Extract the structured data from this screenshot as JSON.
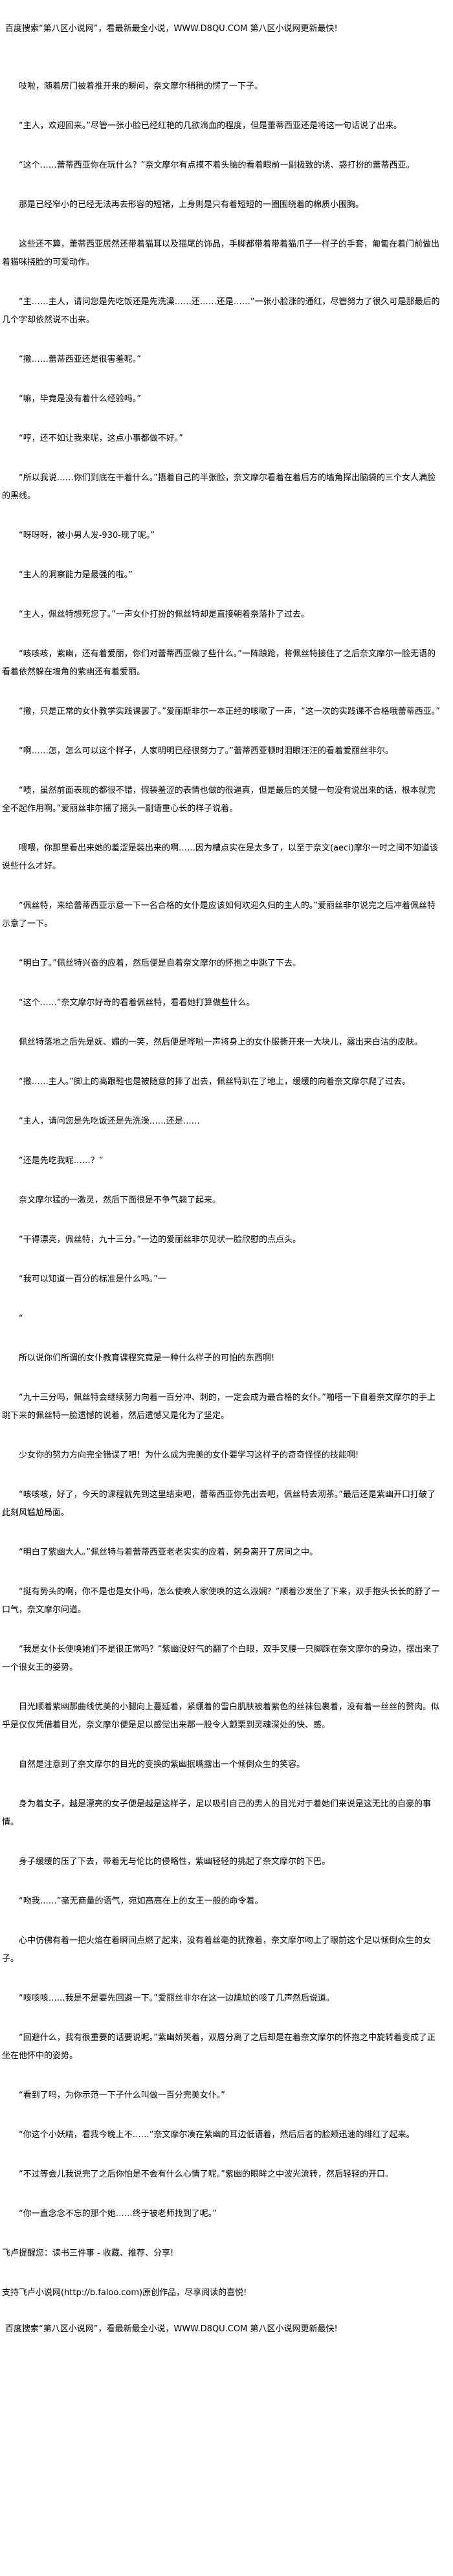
{
  "header": {
    "banner": "百度搜索“第八区小说网”，看最新最全小说，WWW.D8QU.COM   第八区小说网更新最快!"
  },
  "chapter": {
    "paragraphs": [
      "吱啦，随着房门被着推开来的瞬间，奈文摩尔稍稍的愣了一下子。",
      "“主人，欢迎回来。”尽管一张小脸已经红艳的几欲滴血的程度，但是蕾蒂西亚还是将这一句话说了出来。",
      "“这个……蕾蒂西亚你在玩什么？”奈文摩尔有点摸不着头脑的看着眼前一副极致的诱、惑打扮的蕾蒂西亚。",
      "那是已经窄小的已经无法再去形容的短裙，上身则是只有着短短的一圈围绕着的棉质小围胸。",
      "这些还不算，蕾蒂西亚居然还带着猫耳以及猫尾的饰品，手脚都带着带着猫爪子一样子的手套，匍匐在着门前做出着猫咪挠脸的可爱动作。",
      "“主……主人，请问您是先吃饭还是先洗澡……还……还是……”一张小脸涨的通红，尽管努力了很久可是那最后的几个字却依然说不出来。",
      "“撒……蕾蒂西亚还是很害羞呢。”",
      "“嘛，毕竟是没有着什么经验吗。”",
      "“哼，还不如让我来呢，这点小事都做不好。”",
      "“所以我说……你们到底在干着什么。”捂着自己的半张脸，奈文摩尔看着在着后方的墙角探出脑袋的三个女人满脸的黑线。",
      "“呀呀呀，被小男人发-930-现了呢。”",
      "“主人的洞察能力是最强的啦。”",
      "“主人，佩丝特想死您了。”一声女仆打扮的佩丝特却是直接朝着奈落扑了过去。",
      "“咳咳咳，紫幽，还有着爱丽，你们对蕾蒂西亚做了些什么。”一阵踉跄，将佩丝特接住了之后奈文摩尔一脸无语的看着依然躲在墙角的紫幽还有着爱丽。",
      "“撒，只是正常的女仆教学实践课罢了。”爱丽斯非尔一本正经的咳嗽了一声，“这一次的实践课不合格哦蕾蒂西亚。”",
      "“啊……怎，怎么可以这个样子，人家明明已经很努力了。”蕾蒂西亚顿时泪眼汪汪的看着爱丽丝非尔。",
      "“啧，虽然前面表现的都很不错，假装羞涩的表情也做的很逼真，但是最后的关键一句没有说出来的话，根本就完全不起作用啊。”爱丽丝非尔摇了摇头一副语重心长的样子说着。",
      "喂喂，你那里看出来她的羞涩是装出来的啊……因为槽点实在是太多了，以至于奈文(aeci)摩尔一时之间不知道该说些什么才好。",
      "“佩丝特，来给蕾蒂西亚示意一下一名合格的女仆是应该如何欢迎久归的主人的。”爱丽丝非尔说完之后冲着佩丝特示意了一下。",
      "“明白了。”佩丝特兴奋的应着，然后便是自着奈文摩尔的怀抱之中跳了下去。",
      "“这个……”奈文摩尔好奇的看着佩丝特，看看她打算做些什么。",
      "佩丝特落地之后先是妩、媚的一笑，然后便是哗啦一声将身上的女仆服撕开来一大块儿，露出来白洁的皮肤。",
      "“撒……主人。”脚上的高跟鞋也是被随意的摔了出去，佩丝特趴在了地上，缓缓的向着奈文摩尔爬了过去。",
      "“主人，请问您是先吃饭还是先洗澡……还是……",
      "“还是先吃我呢……？”",
      "奈文摩尔猛的一激灵，然后下面很是不争气翘了起来。",
      "“干得漂亮，佩丝特，九十三分。”一边的爱丽丝非尔见状一脸欣慰的点点头。",
      "“我可以知道一百分的标准是什么吗。”一",
      "“",
      "所以说你们所谓的女仆教育课程究竟是一种什么样子的可怕的东西啊!",
      "“九十三分吗，佩丝特会继续努力向着一百分冲、刺的，一定会成为最合格的女仆。”啪嗒一下自着奈文摩尔的手上跳下来的佩丝特一脸遗憾的说着，然后遗憾又是化为了坚定。",
      "少女你的努力方向完全错误了吧！为什么成为完美的女仆要学习这样子的奇奇怪怪的技能啊!",
      "“咳咳咳，好了，今天的课程就先到这里结束吧，蕾蒂西亚你先出去吧，佩丝特去沏茶。”最后还是紫幽开口打破了此刻风尴尬局面。",
      "“明白了紫幽大人。”佩丝特与着蕾蒂西亚老老实实的应着，躬身离开了房间之中。",
      "“挺有势头的啊，你不是也是女仆吗，怎么使唤人家使唤的这么淑娴？”顺着沙发坐了下来，双手抱头长长的舒了一口气，奈文摩尔问道。",
      "“我是女仆长使唤她们不是很正常吗？”紫幽没好气的翻了个白眼，双手叉腰一只脚踩在奈文摩尔的身边，摆出来了一个很女王的姿势。",
      "目光顺着紫幽那曲线优美的小腿向上蔓延着，紧绷着的雪白肌肤被着紫色的丝袜包裹着，没有着一丝丝的赘肉。似乎是仅仅凭借着目光，奈文摩尔便是足以感觉出来那一股令人颤栗到灵魂深处的快、感。",
      "自然是注意到了奈文摩尔的目光的变换的紫幽抿嘴露出一个倾倒众生的笑容。",
      "身为着女子，越是漂亮的女子便是越是这样子，足以吸引自己的男人的目光对于着她们来说是这无比的自豪的事情。",
      "身子缓缓的压了下去，带着无与伦比的侵略性，紫幽轻轻的挑起了奈文摩尔的下巴。",
      "“吻我……”毫无商量的语气，宛如高高在上的女王一般的命令着。",
      "心中仿佛有着一把火焰在着瞬间点燃了起来，没有着丝毫的犹豫着，奈文摩尔吻上了眼前这个足以倾倒众生的女子。",
      "“咳咳咳……我是不是要先回避一下。”爱丽丝非尔在这一边尴尬的咳了几声然后说道。",
      "“回避什么，我有很重要的话要说呢。”紫幽娇笑着，双唇分离了之后却是在着奈文摩尔的怀抱之中旋转着变成了正坐在他怀中的姿势。",
      "“看到了吗，为你示范一下子什么叫做一百分完美女仆。”",
      "“你这个小妖精，看我今晚上不……”奈文摩尔凑在紫幽的耳边低语着，然后后者的脸颊迅速的绯红了起来。",
      "“不过等会儿我说完了之后你怕是不会有什么心情了呢。”紫幽的眼眸之中波光流转，然后轻轻的开口。",
      "“你一直念念不忘的那个她……终于被老师找到了呢。”"
    ]
  },
  "notes": {
    "reminder": "飞卢提醒您：读书三件事 - 收藏、推荐、分享!",
    "support": "支持飞卢小说网(http://b.faloo.com)原创作品，尽享阅读的喜悦!"
  },
  "footer": {
    "banner": "百度搜索“第八区小说网”，看最新最全小说，WWW.D8QU.COM   第八区小说网更新最快!"
  }
}
